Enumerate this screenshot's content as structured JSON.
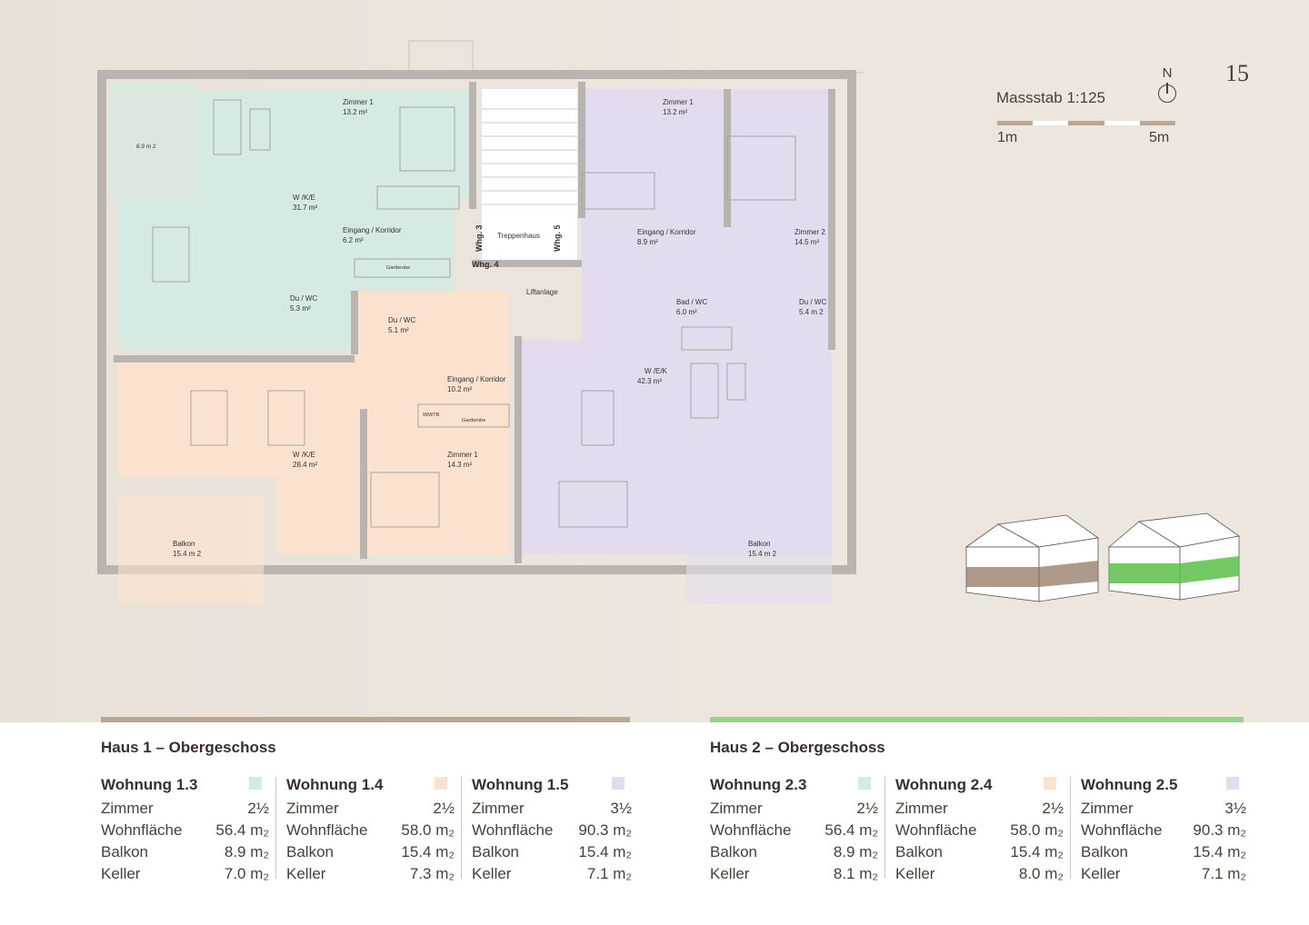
{
  "page_number": "15",
  "north_label": "N",
  "scale": {
    "title": "Massstab 1:125",
    "left_label": "1m",
    "right_label": "5m"
  },
  "colors": {
    "green": "#d5eae0",
    "orange": "#fbe2cf",
    "purple": "#e4dcee",
    "wall": "#b9b4b0",
    "brown": "#b9a894",
    "bar_green": "#9dcf8c"
  },
  "plan": {
    "rooms": [
      {
        "name": "Zimmer 1",
        "area": "13.2 m²"
      },
      {
        "name": "W /K/E",
        "area": "31.7 m²"
      },
      {
        "name": "Eingang / Korridor",
        "area": "6.2 m²"
      },
      {
        "name": "Du / WC",
        "area": "5.3 m²"
      },
      {
        "name": "Du / WC",
        "area": "5.1 m²"
      },
      {
        "name": "Eingang / Korridor",
        "area": "10.2 m²"
      },
      {
        "name": "W /K/E",
        "area": "28.4 m²"
      },
      {
        "name": "Zimmer 1",
        "area": "14.3 m²"
      },
      {
        "name": "Zimmer 1",
        "area": "13.2 m²"
      },
      {
        "name": "Eingang / Korridor",
        "area": "8.9 m²"
      },
      {
        "name": "Zimmer 2",
        "area": "14.5 m²"
      },
      {
        "name": "Bad / WC",
        "area": "6.0 m²"
      },
      {
        "name": "Du / WC",
        "area": "5.4 m 2"
      },
      {
        "name": "W /E/K",
        "area": "42.3 m²"
      },
      {
        "name": "Balkon",
        "area": "15.4 m 2"
      },
      {
        "name": "Balkon",
        "area": "15.4 m 2"
      }
    ],
    "balcony_small": "8.9 m 2",
    "stair": "Treppenhaus",
    "lift": "Liftanlage",
    "whg3": "Whg. 3",
    "whg4": "Whg. 4",
    "whg5": "Whg. 5",
    "garderobe": "Garderobe",
    "wmtb": "WM/TB"
  },
  "sections": [
    {
      "title": "Haus 1 – Obergeschoss",
      "units": [
        {
          "name": "Wohnung 1.3",
          "swatch": "#d5eae0",
          "rows": [
            [
              "Zimmer",
              "2½"
            ],
            [
              "Wohnfläche",
              "56.4 m₂"
            ],
            [
              "Balkon",
              "8.9 m₂"
            ],
            [
              "Keller",
              "7.0 m₂"
            ]
          ]
        },
        {
          "name": "Wohnung 1.4",
          "swatch": "#fbe2cf",
          "rows": [
            [
              "Zimmer",
              "2½"
            ],
            [
              "Wohnfläche",
              "58.0 m₂"
            ],
            [
              "Balkon",
              "15.4 m₂"
            ],
            [
              "Keller",
              "7.3 m₂"
            ]
          ]
        },
        {
          "name": "Wohnung 1.5",
          "swatch": "#e4dcee",
          "rows": [
            [
              "Zimmer",
              "3½"
            ],
            [
              "Wohnfläche",
              "90.3 m₂"
            ],
            [
              "Balkon",
              "15.4 m₂"
            ],
            [
              "Keller",
              "7.1 m₂"
            ]
          ]
        }
      ]
    },
    {
      "title": "Haus 2 – Obergeschoss",
      "units": [
        {
          "name": "Wohnung 2.3",
          "swatch": "#d5eae0",
          "rows": [
            [
              "Zimmer",
              "2½"
            ],
            [
              "Wohnfläche",
              "56.4 m₂"
            ],
            [
              "Balkon",
              "8.9 m₂"
            ],
            [
              "Keller",
              "8.1 m₂"
            ]
          ]
        },
        {
          "name": "Wohnung 2.4",
          "swatch": "#fbe2cf",
          "rows": [
            [
              "Zimmer",
              "2½"
            ],
            [
              "Wohnfläche",
              "58.0 m₂"
            ],
            [
              "Balkon",
              "15.4 m₂"
            ],
            [
              "Keller",
              "8.0 m₂"
            ]
          ]
        },
        {
          "name": "Wohnung 2.5",
          "swatch": "#e4dcee",
          "rows": [
            [
              "Zimmer",
              "3½"
            ],
            [
              "Wohnfläche",
              "90.3 m₂"
            ],
            [
              "Balkon",
              "15.4 m₂"
            ],
            [
              "Keller",
              "7.1 m₂"
            ]
          ]
        }
      ]
    }
  ]
}
